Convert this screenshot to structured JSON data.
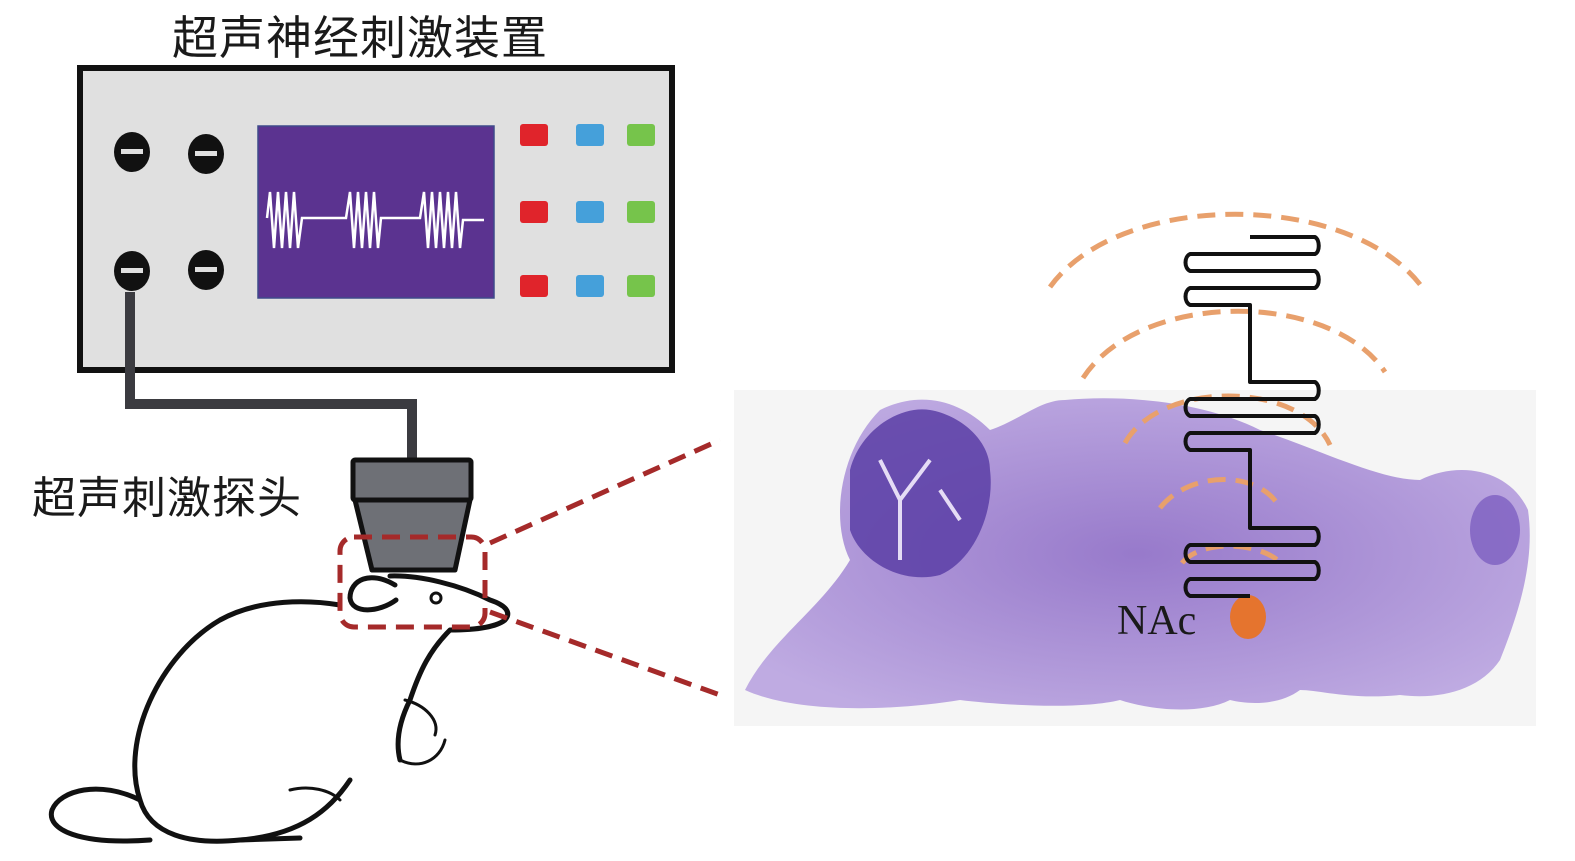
{
  "title": "超声神经刺激装置",
  "probe_label": "超声刺激探头",
  "region_label": "NAc",
  "device": {
    "panel_color": "#e0e0e0",
    "screen_color": "#5b3390",
    "waveform_color": "#ffffff",
    "button_colors": [
      "#e0242b",
      "#45a0da",
      "#76c44b"
    ],
    "button_rows": 3,
    "knobs": 4
  },
  "probe": {
    "color": "#6e7076"
  },
  "zoom_box": {
    "color": "#a52a2a"
  },
  "brain": {
    "tissue_color": "#9b7fd0",
    "dark_tissue_color": "#5a3ea6",
    "target_color": "#e5742e",
    "wave_rings_color": "#e8a06c"
  }
}
